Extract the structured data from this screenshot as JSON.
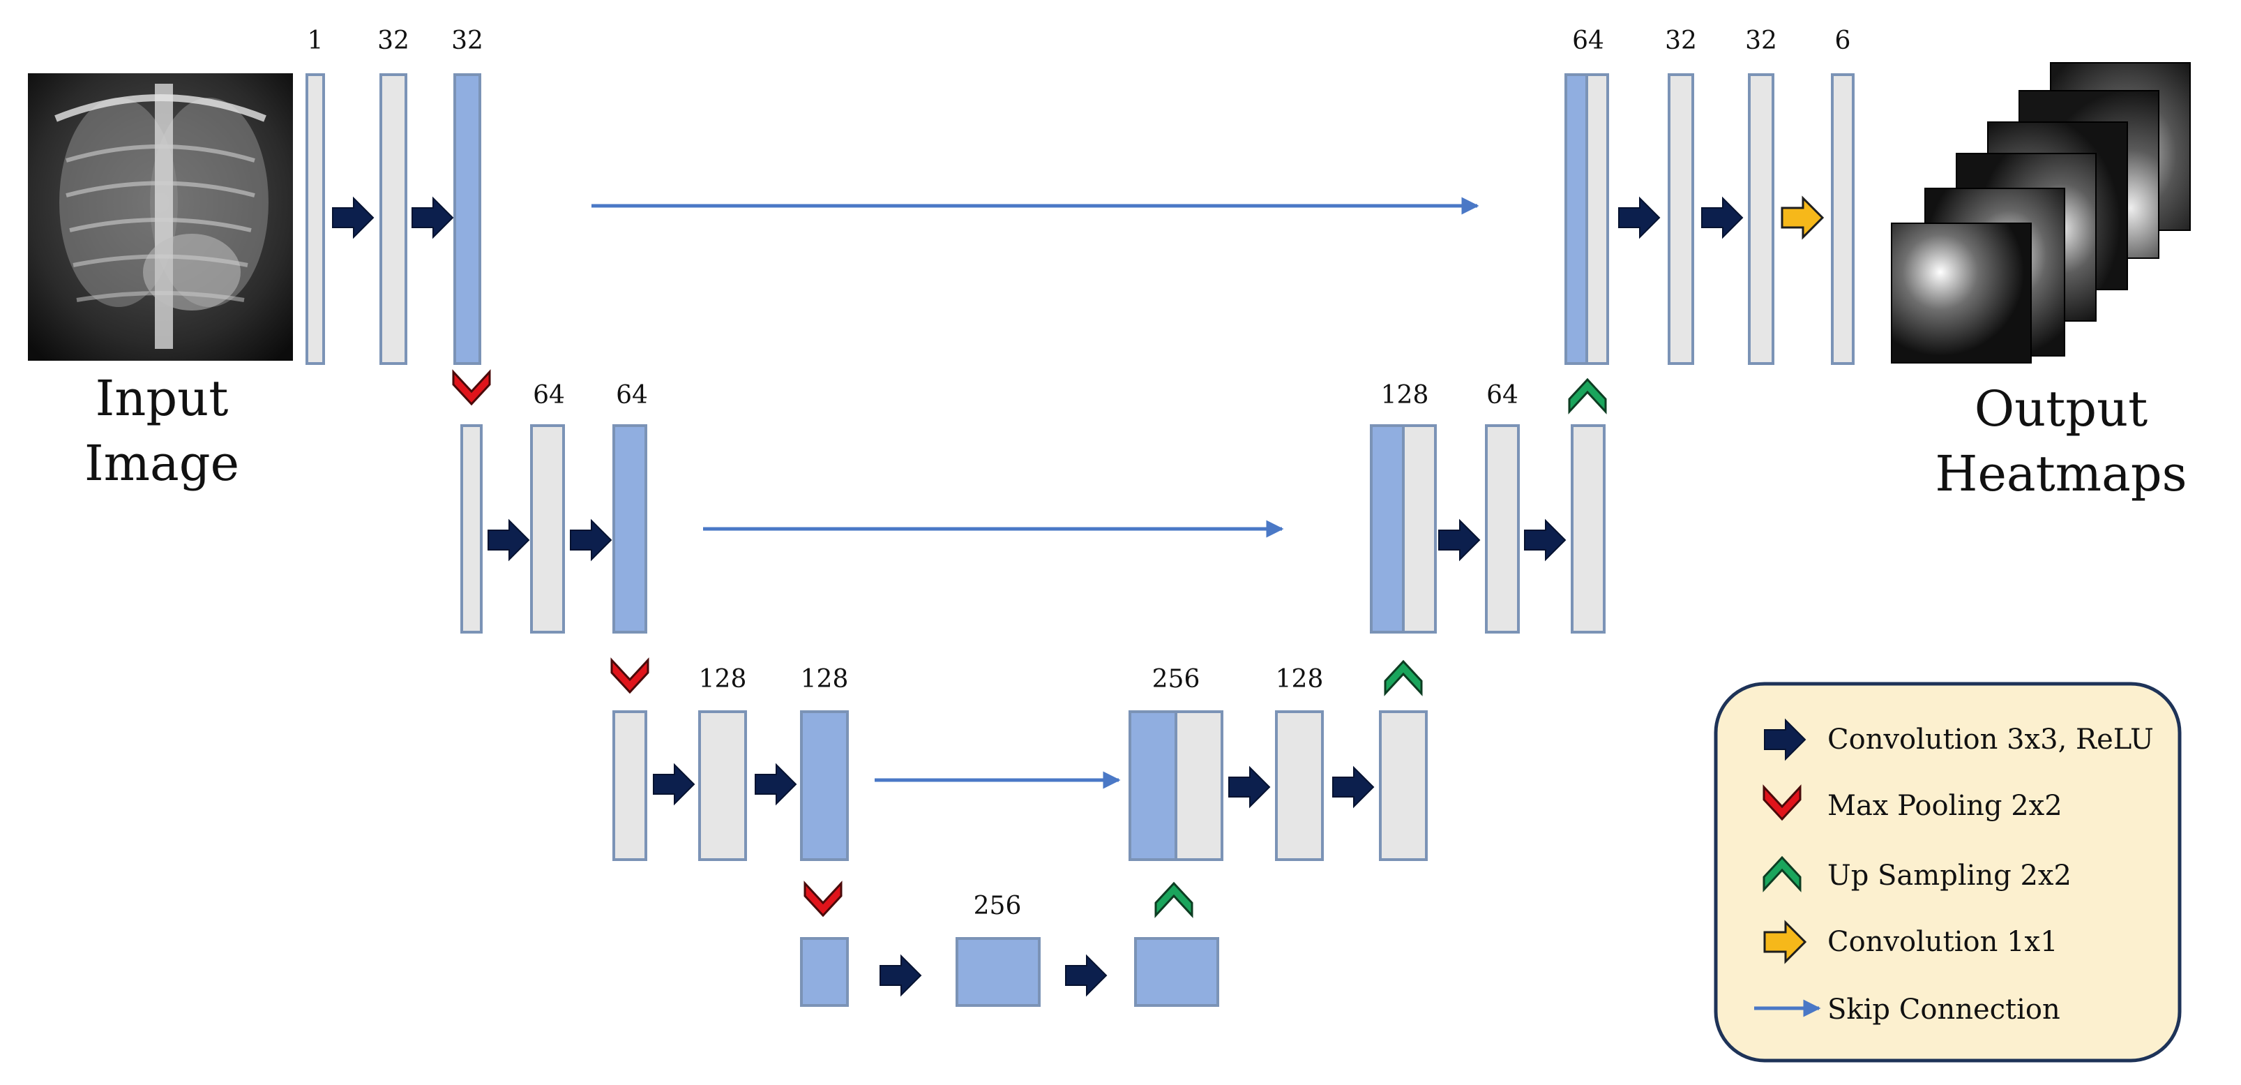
{
  "labels": {
    "input_line1": "Input",
    "input_line2": "Image",
    "output_line1": "Output",
    "output_line2": "Heatmaps"
  },
  "channels": {
    "l1_in": "1",
    "l1_a": "32",
    "l1_b": "32",
    "l2_a": "64",
    "l2_b": "64",
    "l3_a": "128",
    "l3_b": "128",
    "l4_a": "256",
    "u3_cat": "256",
    "u3_a": "128",
    "u2_cat": "128",
    "u2_a": "64",
    "u1_cat": "64",
    "u1_a": "32",
    "u1_b": "32",
    "u1_out": "6"
  },
  "legend": {
    "conv3": "Convolution 3x3, ReLU",
    "maxpool": "Max Pooling 2x2",
    "upsample": "Up Sampling  2x2",
    "conv1": "Convolution 1x1",
    "skip": "Skip Connection"
  },
  "colors": {
    "feature_map_fill": "#e6e6e6",
    "feature_map_stroke": "#7b93b6",
    "pooled_fill": "#90aee0",
    "conv_arrow": "#0c1f4d",
    "maxpool_arrow": "#e0141b",
    "upsample_arrow": "#1aa55c",
    "conv1x1_arrow": "#f6b81a",
    "skip_line": "#4a78c6",
    "legend_bg": "#fcf0cf",
    "legend_border": "#1e3358"
  },
  "icons": [
    "conv-arrow-icon",
    "maxpool-chevron-icon",
    "upsample-chevron-icon",
    "conv1x1-arrow-icon",
    "skip-arrow-icon"
  ]
}
